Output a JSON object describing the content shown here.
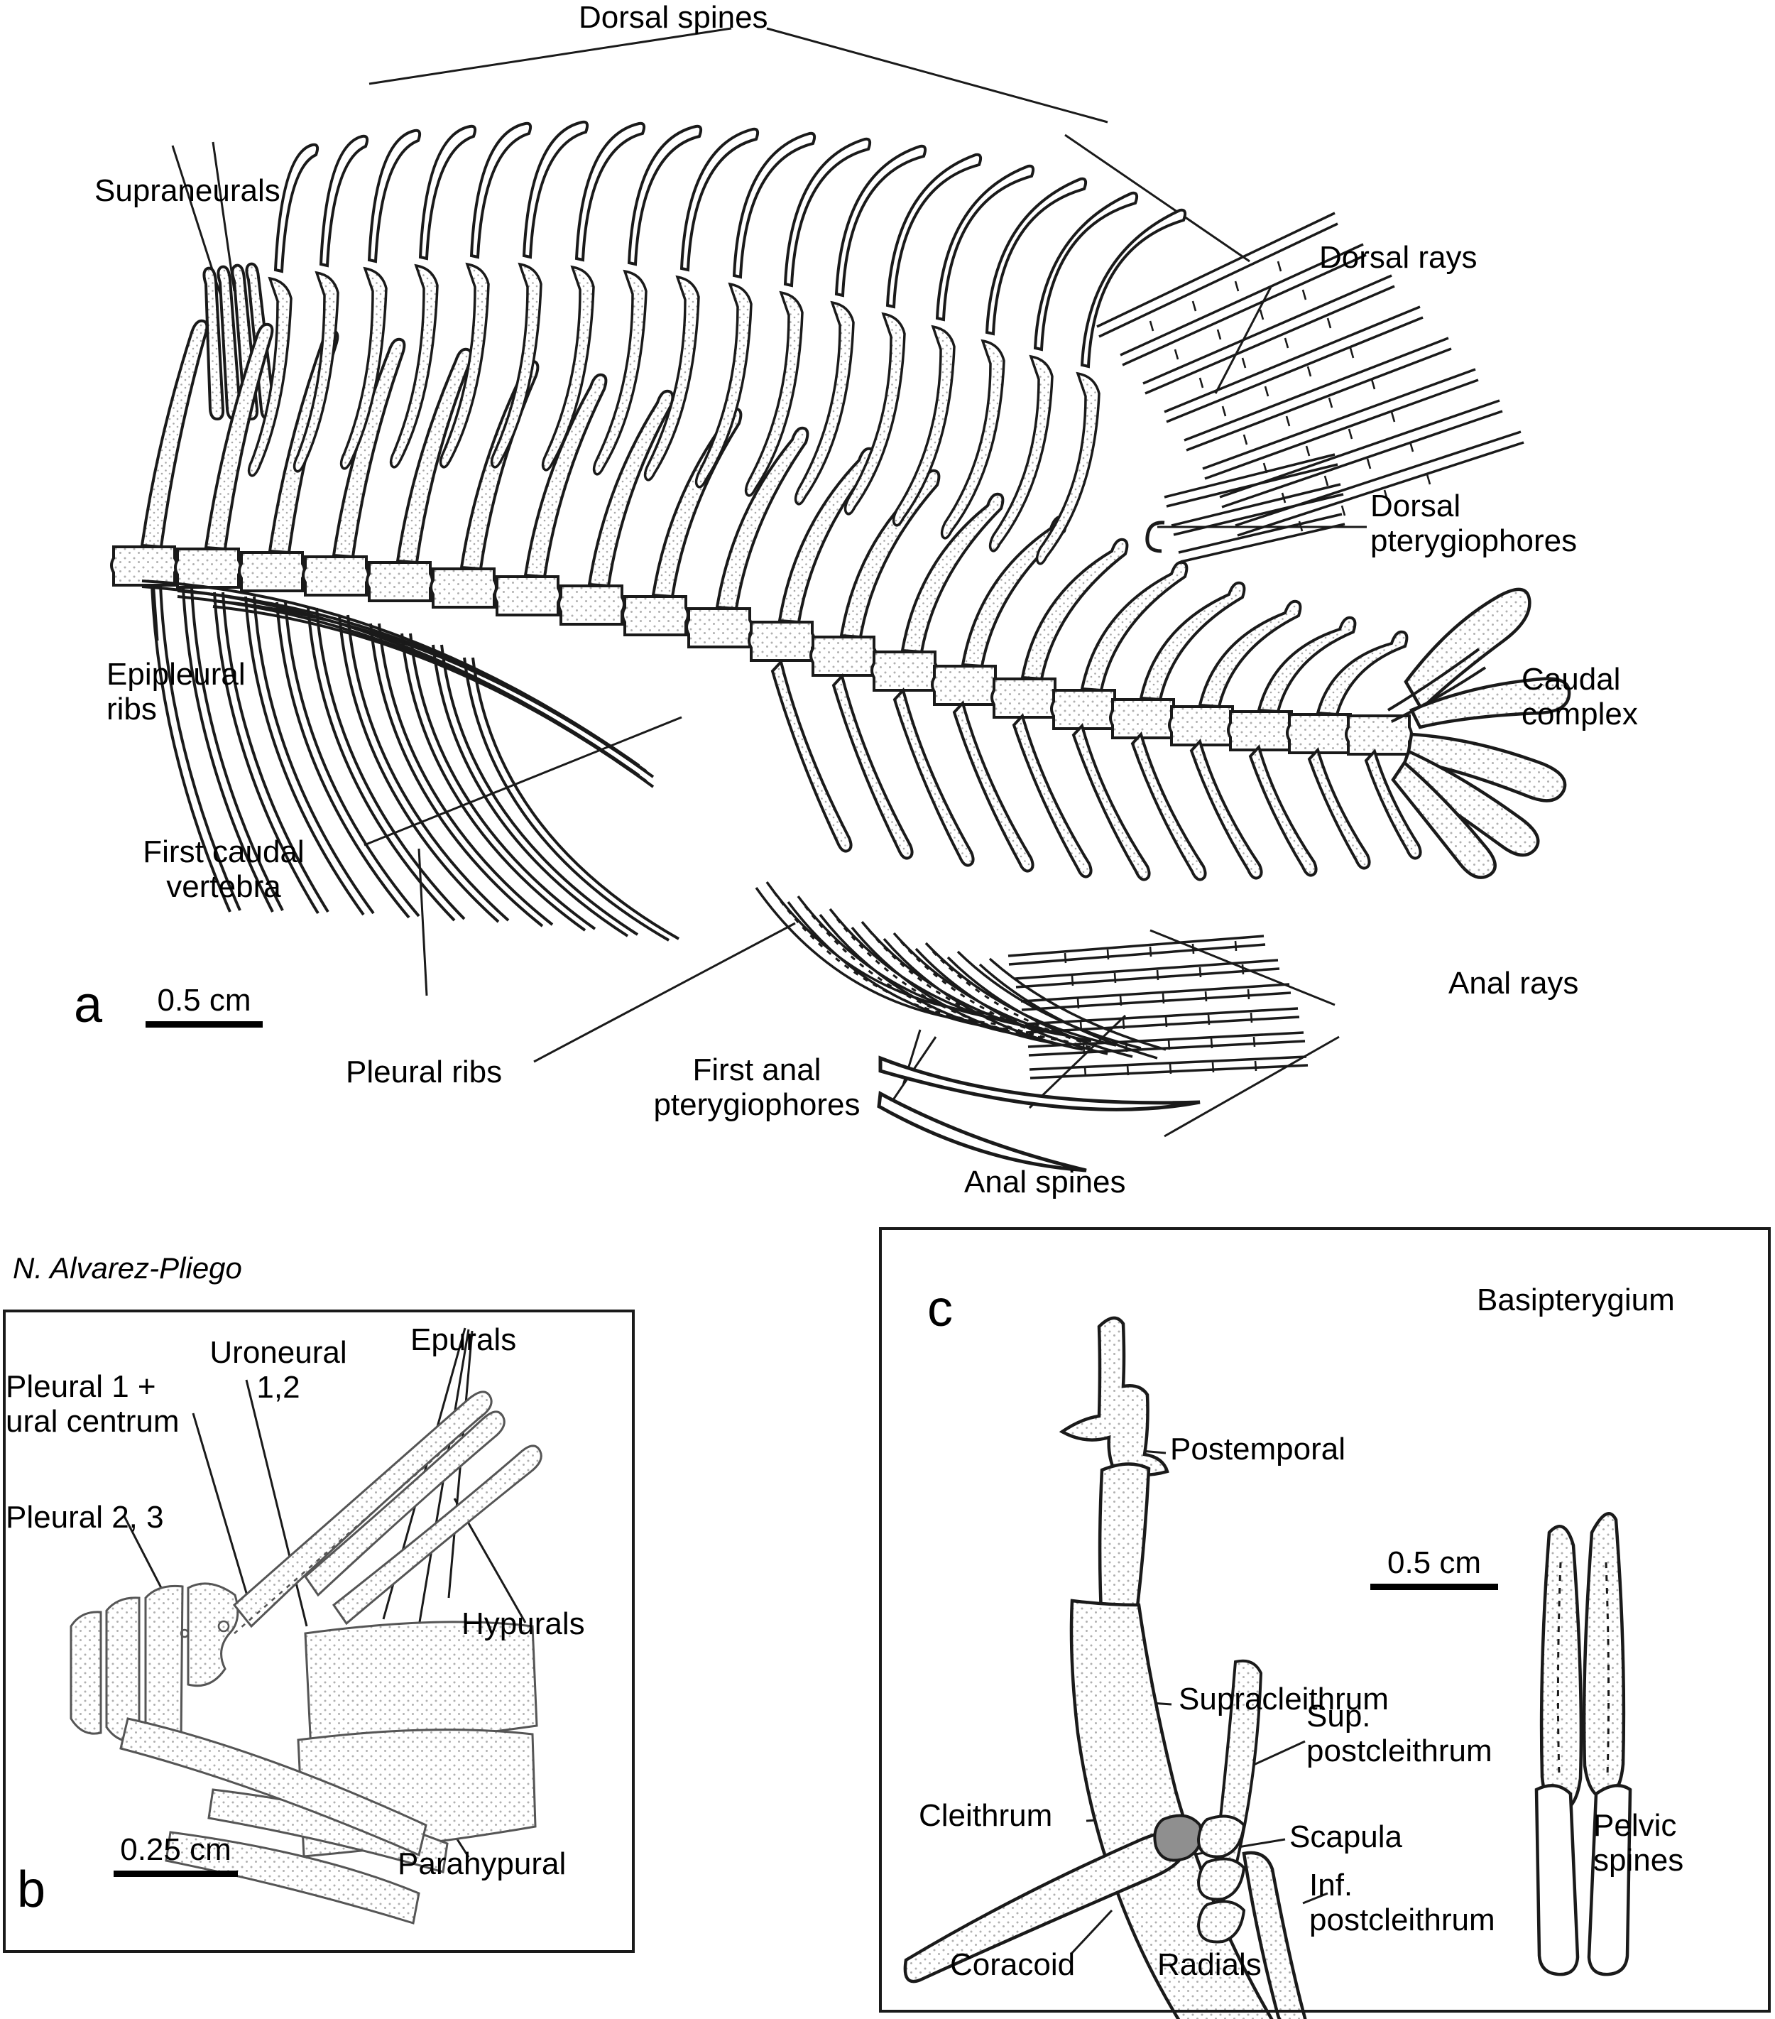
{
  "figure": {
    "credit": "N. Alvarez-Pliego",
    "panels": [
      {
        "id": "a",
        "letter": "a",
        "scale_label": "0.5 cm"
      },
      {
        "id": "b",
        "letter": "b",
        "scale_label": "0.25 cm"
      },
      {
        "id": "c",
        "letter": "c",
        "scale_label": "0.5 cm"
      }
    ]
  },
  "panel_a": {
    "letter": "a",
    "scale_label": "0.5 cm",
    "labels": {
      "dorsal_spines": "Dorsal spines",
      "supraneurals": "Supraneurals",
      "dorsal_rays": "Dorsal rays",
      "dorsal_pterygiophores": "Dorsal\npterygiophores",
      "epipleural_ribs": "Epipleural\nribs",
      "first_caudal_vertebra": "First caudal\nvertebra",
      "caudal_complex": "Caudal\ncomplex",
      "pleural_ribs": "Pleural ribs",
      "first_anal_pterygiophores": "First anal\npterygiophores",
      "anal_spines": "Anal spines",
      "anal_rays": "Anal rays"
    }
  },
  "panel_b": {
    "letter": "b",
    "scale_label": "0.25 cm",
    "labels": {
      "pleural_1_ural_centrum": "Pleural 1 +\nural centrum",
      "uroneural_12": "Uroneural\n1,2",
      "epurals": "Epurals",
      "pleural_2_3": "Pleural 2, 3",
      "hypurals": "Hypurals",
      "parahypural": "Parahypural"
    }
  },
  "panel_c": {
    "letter": "c",
    "scale_label": "0.5 cm",
    "labels": {
      "postemporal": "Postemporal",
      "supracleithrum": "Supracleithrum",
      "basipterygium": "Basipterygium",
      "cleithrum": "Cleithrum",
      "sup_postcleithrum": "Sup.\npostcleithrum",
      "scapula": "Scapula",
      "inf_postcleithrum": "Inf.\npostcleithrum",
      "coracoid": "Coracoid",
      "radials": "Radials",
      "pelvic_spines": "Pelvic\nspines"
    }
  },
  "colors": {
    "ink": "#1a1a1a",
    "bone_fill": "#fdfdfd",
    "stipple": "#9a9a9a",
    "scapula_fill": "#8f8f8f"
  }
}
